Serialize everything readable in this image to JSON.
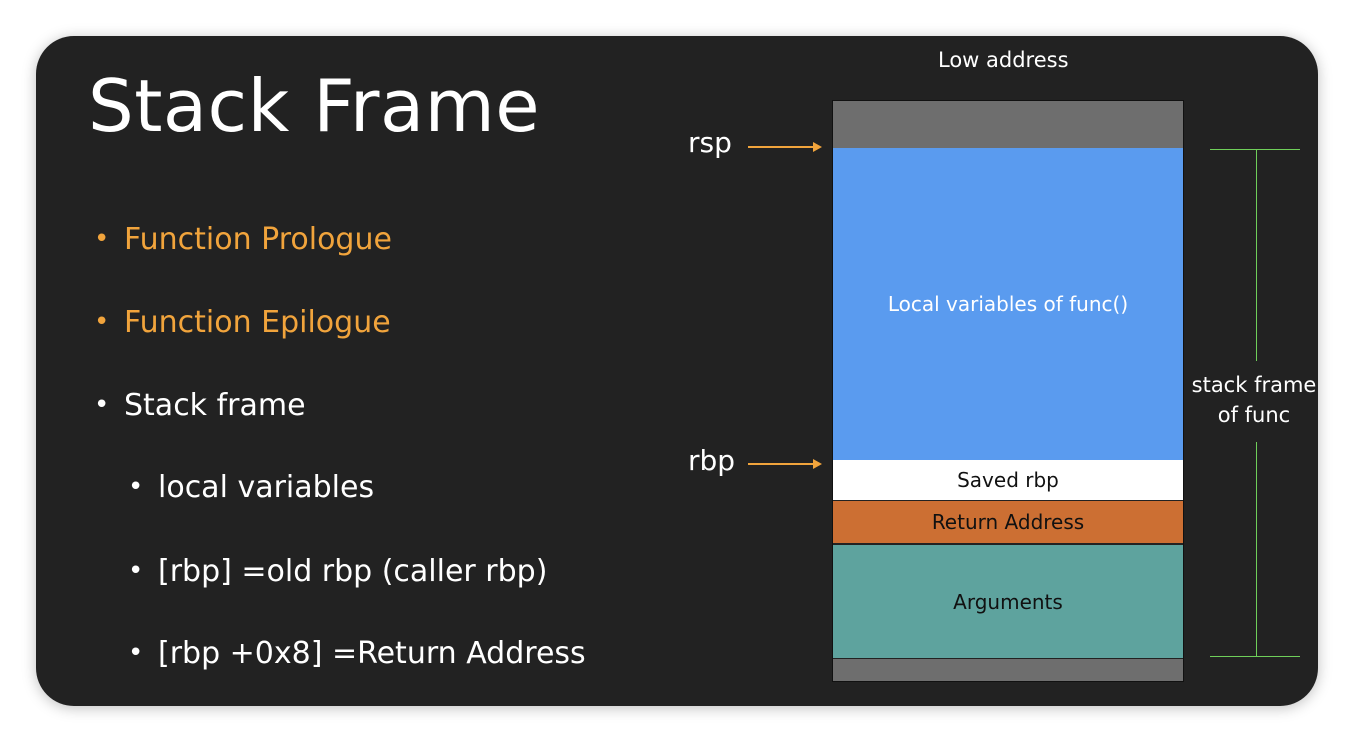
{
  "slide": {
    "title": "Stack Frame",
    "bullets": [
      {
        "text": "Function Prologue",
        "color": "#f1a43c"
      },
      {
        "text": "Function Epilogue",
        "color": "#f1a43c"
      },
      {
        "text": "Stack frame",
        "color": "#ffffff"
      }
    ],
    "sub_bullets": [
      {
        "text": "local variables"
      },
      {
        "text": "[rbp] =old rbp (caller rbp)"
      },
      {
        "text": "[rbp +0x8] =Return Address"
      }
    ],
    "bullet_glyph": "•"
  },
  "diagram": {
    "top_label": "Low address",
    "rsp_label": "rsp",
    "rbp_label": "rbp",
    "segments": {
      "local_vars": "Local variables of func()",
      "saved_rbp": "Saved rbp",
      "return_address": "Return Address",
      "arguments": "Arguments"
    },
    "frame_label_line1": "stack frame",
    "frame_label_line2": "of func",
    "colors": {
      "local_vars": "#5a9bef",
      "saved_rbp": "#ffffff",
      "return_address": "#cc6f33",
      "arguments": "#5ea39e",
      "padding": "#6e6e6e",
      "arrow": "#f1a43c",
      "bracket": "#6fcf5a"
    }
  }
}
